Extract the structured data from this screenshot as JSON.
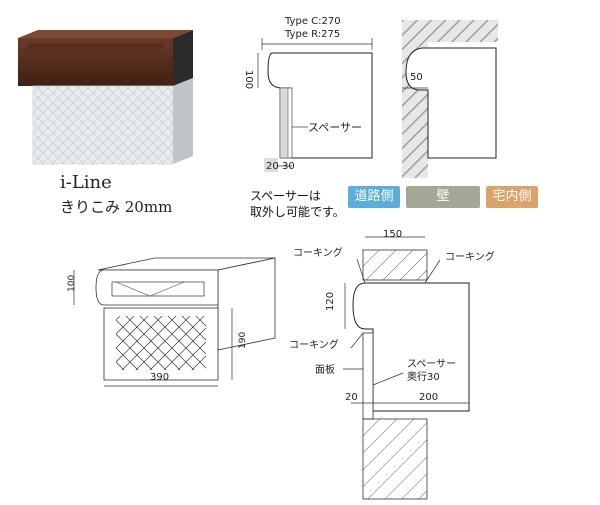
{
  "product": {
    "name": "i-Line",
    "subtitle": "きりこみ 20mm"
  },
  "top_diagram": {
    "type_c": "Type C:270",
    "type_r": "Type R:275",
    "height": "100",
    "spacer_label": "スペーサー",
    "dim_20": "20",
    "dim_30": "30",
    "dim_50": "50",
    "note_line1": "スペーサーは",
    "note_line2": "取外し可能です。"
  },
  "legend": {
    "road_side": "道路側",
    "wall": "壁",
    "home_side": "宅内側",
    "colors": {
      "road_side": "#5aaed8",
      "wall": "#a6a697",
      "home_side": "#d9a36a"
    }
  },
  "iso_drawing": {
    "dim_100": "100",
    "dim_190": "190",
    "dim_390": "390"
  },
  "section_drawing": {
    "dim_150": "150",
    "caulking_1": "コーキング",
    "caulking_2": "コーキング",
    "caulking_3": "コーキング",
    "dim_120": "120",
    "face_plate": "面板",
    "spacer_label": "スペーサー",
    "spacer_depth": "奥行30",
    "dim_20": "20",
    "dim_200": "200"
  }
}
